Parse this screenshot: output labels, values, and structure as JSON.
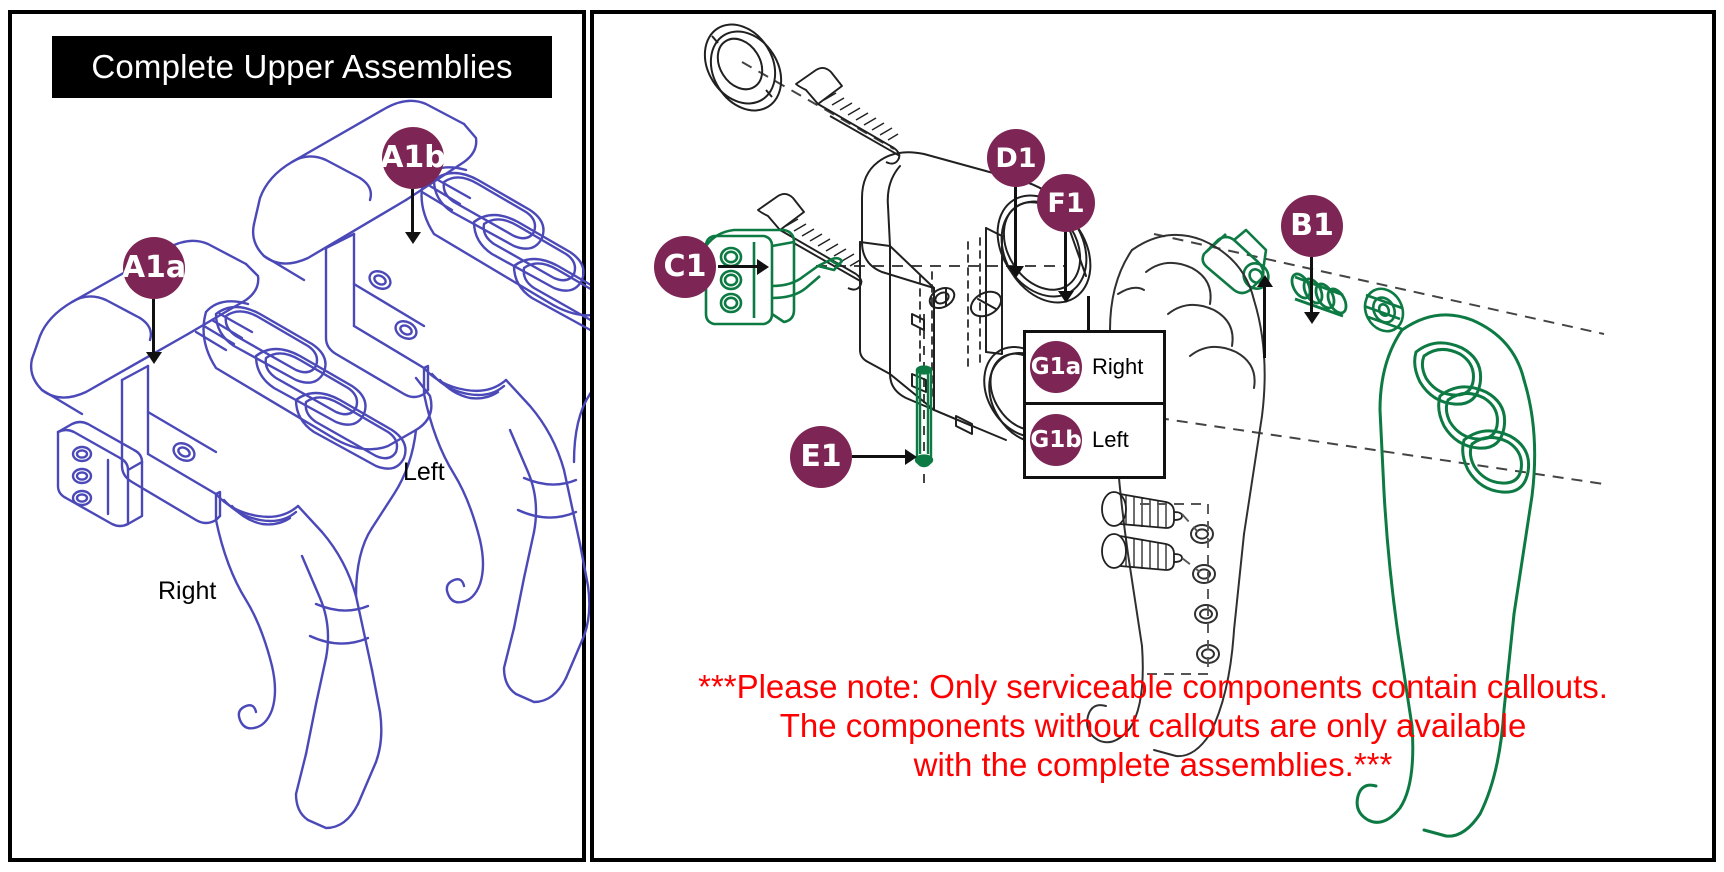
{
  "document": {
    "kind": "exploded-parts-diagram",
    "subject": "Complete Upper Assemblies"
  },
  "left_panel": {
    "title": "Complete Upper Assemblies",
    "title_bg": "#000000",
    "title_color": "#ffffff",
    "line_color": "#4b49b8",
    "callouts": [
      {
        "id": "A1a",
        "label": "A1a"
      },
      {
        "id": "A1b",
        "label": "A1b"
      }
    ],
    "side_labels": [
      {
        "id": "right",
        "text": "Right"
      },
      {
        "id": "left",
        "text": "Left"
      }
    ]
  },
  "right_panel": {
    "line_color": "#1b1b1b",
    "highlight_color": "#0d7a43",
    "callout_color": "#7d2554",
    "callouts": [
      {
        "id": "C1",
        "label": "C1",
        "part": "3-button-control-pod"
      },
      {
        "id": "D1",
        "label": "D1",
        "part": "compression-spring"
      },
      {
        "id": "F1",
        "label": "F1",
        "part": "set-screw"
      },
      {
        "id": "B1",
        "label": "B1",
        "part": "armrest-pad-outer"
      },
      {
        "id": "E1",
        "label": "E1",
        "part": "pivot-pin"
      }
    ],
    "table": {
      "rows": [
        {
          "id": "G1a",
          "badge": "G1a",
          "label": "Right"
        },
        {
          "id": "G1b",
          "badge": "G1b",
          "label": "Left"
        }
      ]
    },
    "note": {
      "color": "#ff0000",
      "lines": [
        "***Please note: Only serviceable components contain callouts.",
        "The components without callouts are only available",
        "with the complete assemblies.***"
      ]
    }
  }
}
